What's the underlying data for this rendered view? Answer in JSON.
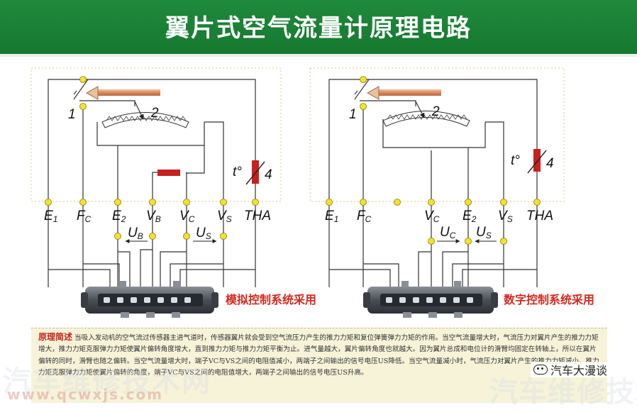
{
  "title": "翼片式空气流量计原理电路",
  "left_circuit": {
    "labels": {
      "part1": "1",
      "part2": "2",
      "part4": "4",
      "temp": "t°",
      "e1": "E",
      "e1_sub": "1",
      "fc": "F",
      "fc_sub": "C",
      "e2": "E",
      "e2_sub": "2",
      "vb": "V",
      "vb_sub": "B",
      "vc": "V",
      "vc_sub": "C",
      "vs": "V",
      "vs_sub": "S",
      "tha": "THA",
      "ub": "U",
      "ub_sub": "B",
      "us": "U",
      "us_sub": "S"
    },
    "caption": "模拟控制系统采用"
  },
  "right_circuit": {
    "labels": {
      "part1": "1",
      "part2": "2",
      "part4": "4",
      "temp": "t°",
      "e1": "E",
      "e1_sub": "1",
      "fc": "F",
      "fc_sub": "C",
      "vc": "V",
      "vc_sub": "C",
      "e2": "E",
      "e2_sub": "2",
      "vs": "V",
      "vs_sub": "S",
      "tha": "THA",
      "uc": "U",
      "uc_sub": "C",
      "us": "U",
      "us_sub": "S"
    },
    "caption": "数字控制系统采用"
  },
  "description": {
    "heading": "原理简述",
    "text": "当吸入发动机的空气流过传感器主进气道时，传感器翼片就会受到空气流压力产生的推力力矩和复位弹簧弹力力矩的作用。当空气流量增大时，气流压力对翼片产生的推力力矩增大，推力力矩克服弹力力矩使翼片偏转角度增大，直到推力力矩与推力力矩平衡为止。进气量越大，翼片偏转角度也就越大。因为翼片总成和电位计的滑臂均固定在转轴上，所以在翼片偏转的同时，滑臂也随之偏转。当空气流量增大时，端子VC与VS之间的电阻值减小，两端子之间输出的信号电压US降低。当空气流量减小时，气流压力对翼片产生的推力力矩减小，推力力矩克服弹力力矩使翼片偏转的角度，端子VC与VS之间的电阻值增大，两端子之间输出的信号电压US升高。"
  },
  "watermarks": {
    "left": "汽车维修技术网",
    "left_url": "www.qcwxjs.com",
    "right": "汽车维修技术网",
    "wechat": "汽车大漫谈"
  },
  "colors": {
    "banner": "#1f8a3c",
    "terminal": "#f3e22a",
    "resistor": "#c8201e",
    "caption": "#d32a1f",
    "connector": "#555a60"
  }
}
